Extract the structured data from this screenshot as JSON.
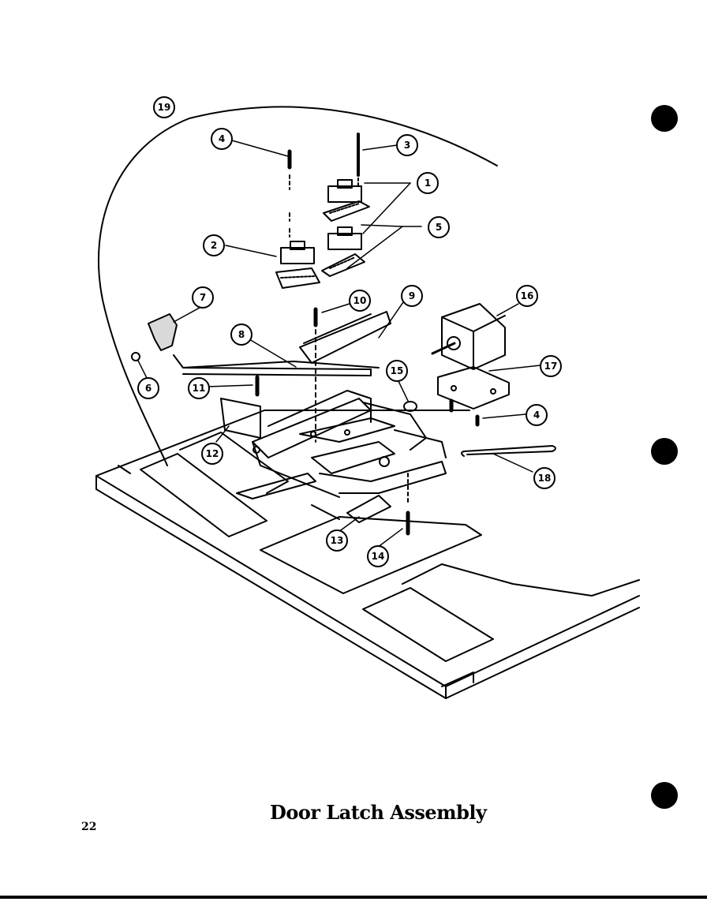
{
  "title": "Door Latch Assembly",
  "page_number": "22",
  "callouts": [
    {
      "id": "c1",
      "label": "1"
    },
    {
      "id": "c2",
      "label": "2"
    },
    {
      "id": "c3",
      "label": "3"
    },
    {
      "id": "c4a",
      "label": "4"
    },
    {
      "id": "c4b",
      "label": "4"
    },
    {
      "id": "c5",
      "label": "5"
    },
    {
      "id": "c6",
      "label": "6"
    },
    {
      "id": "c7",
      "label": "7"
    },
    {
      "id": "c8",
      "label": "8"
    },
    {
      "id": "c9",
      "label": "9"
    },
    {
      "id": "c10",
      "label": "10"
    },
    {
      "id": "c11",
      "label": "11"
    },
    {
      "id": "c12",
      "label": "12"
    },
    {
      "id": "c13",
      "label": "13"
    },
    {
      "id": "c14",
      "label": "14"
    },
    {
      "id": "c15",
      "label": "15"
    },
    {
      "id": "c16",
      "label": "16"
    },
    {
      "id": "c17",
      "label": "17"
    },
    {
      "id": "c18",
      "label": "18"
    },
    {
      "id": "c19",
      "label": "19"
    }
  ]
}
